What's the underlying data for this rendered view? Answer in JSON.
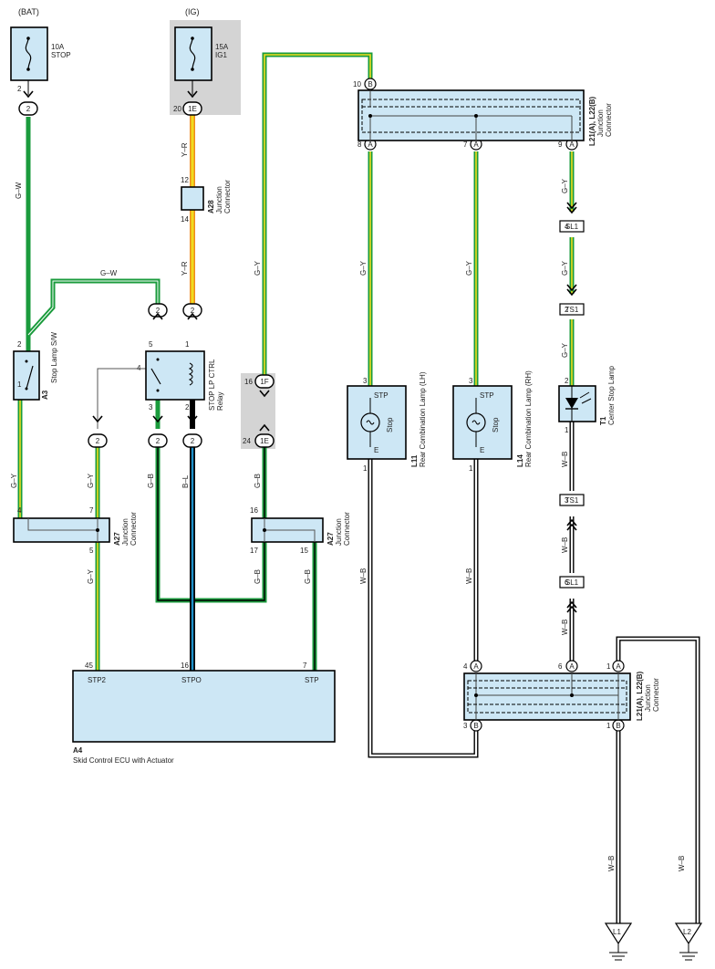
{
  "colors": {
    "green": "#1a9b3c",
    "yellow": "#f0dc1e",
    "red_orange": "#f08c1e",
    "blue": "#1e90c8",
    "black": "#000000",
    "box_fill": "#cde7f5",
    "shade": "#d0d0d0"
  },
  "power": {
    "bat_label": "(BAT)",
    "bat_fuse_rating": "10A",
    "bat_fuse_name": "STOP",
    "ig_label": "(IG)",
    "ig_fuse_rating": "15A",
    "ig_fuse_name": "IG1"
  },
  "wire_codes": {
    "gw": "G–W",
    "gy": "G–Y",
    "yr": "Y–R",
    "gb": "G–B",
    "bl": "B–L",
    "wb": "W–B"
  },
  "components": {
    "a3": {
      "code": "A3",
      "name": "Stop Lamp S/W"
    },
    "a28": {
      "code": "A28",
      "name1": "Junction",
      "name2": "Connector"
    },
    "relay": {
      "name1": "STOP LP CTRL",
      "name2": "Relay"
    },
    "a27": {
      "code": "A27",
      "name1": "Junction",
      "name2": "Connector"
    },
    "a4": {
      "code": "A4",
      "name": "Skid Control ECU with Actuator",
      "pin_stp2": "STP2",
      "pin_stpo": "STPO",
      "pin_stp": "STP"
    },
    "l11": {
      "code": "L11",
      "name": "Rear Combination Lamp (LH)",
      "pin_stp": "STP",
      "pin_e": "E",
      "inner": "Stop"
    },
    "l14": {
      "code": "L14",
      "name": "Rear Combination Lamp (RH)",
      "pin_stp": "STP",
      "pin_e": "E",
      "inner": "Stop"
    },
    "t1": {
      "code": "T1",
      "name": "Center Stop Lamp"
    },
    "jc_top": {
      "code": "L21(A), L22(B)",
      "name1": "Junction",
      "name2": "Connector"
    },
    "jc_bottom": {
      "code": "L21(A), L22(B)",
      "name1": "Junction",
      "name2": "Connector"
    }
  },
  "connectors": {
    "c2": "2",
    "c1e": "1E",
    "c1f": "1F",
    "sl1": "SL1",
    "ts1": "TS1",
    "ca": "A",
    "cb": "B"
  },
  "grounds": {
    "l1": "L1",
    "l2": "L2"
  },
  "pins": {
    "p1": "1",
    "p2": "2",
    "p3": "3",
    "p4": "4",
    "p5": "5",
    "p6": "6",
    "p7": "7",
    "p8": "8",
    "p9": "9",
    "p10": "10",
    "p12": "12",
    "p14": "14",
    "p15": "15",
    "p16": "16",
    "p17": "17",
    "p20": "20",
    "p24": "24",
    "p45": "45"
  }
}
